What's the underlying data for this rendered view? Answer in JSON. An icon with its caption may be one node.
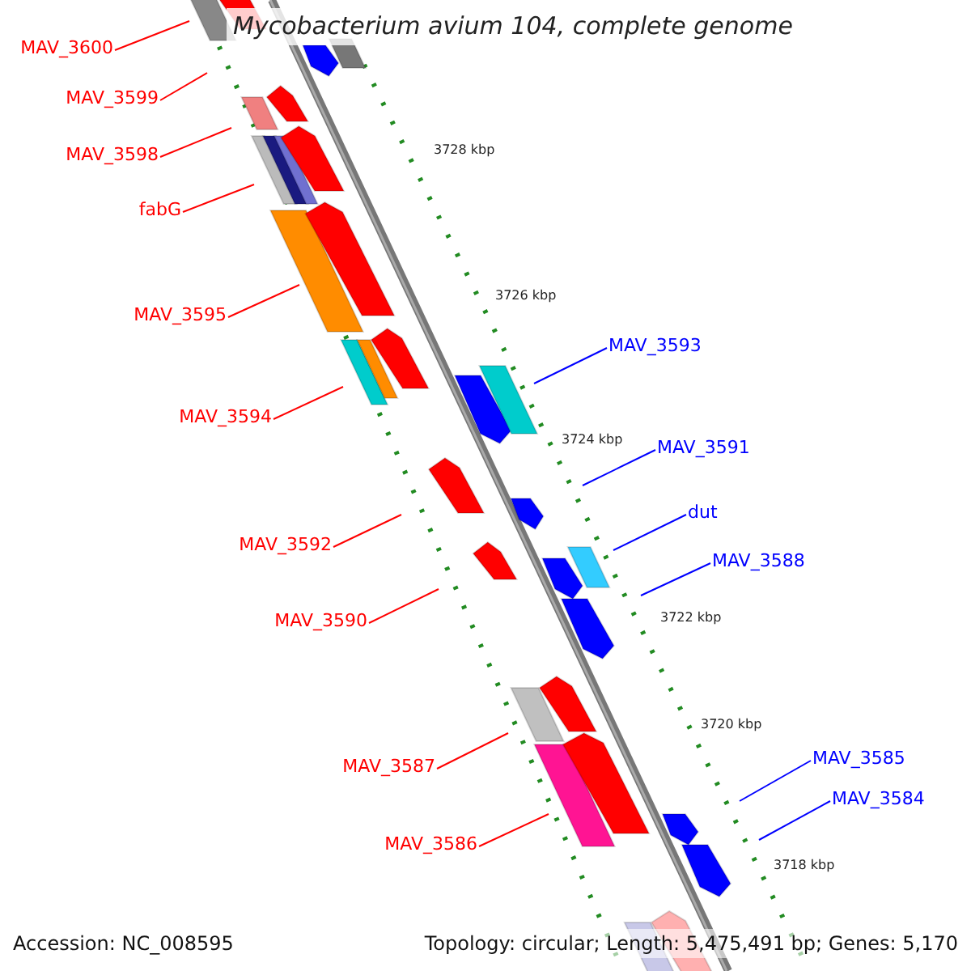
{
  "diagram": {
    "title": "Mycobacterium avium 104, complete genome",
    "nodes": [
      {
        "text": [
          "MAV_3600"
        ]
      },
      {
        "text": [
          "MAV_3599"
        ]
      },
      {
        "text": [
          "MAV_3598"
        ]
      },
      {
        "text": [
          "fabG"
        ]
      },
      {
        "text": [
          "MAV_3595"
        ]
      },
      {
        "text": [
          "MAV_3594"
        ]
      },
      {
        "text": [
          "MAV_3592"
        ]
      },
      {
        "text": [
          "MAV_3590"
        ]
      },
      {
        "text": [
          "MAV_3587"
        ]
      },
      {
        "text": [
          "MAV_3586"
        ]
      },
      {
        "text": [
          "MAV_3593"
        ]
      },
      {
        "text": [
          "MAV_3591"
        ]
      },
      {
        "text": [
          "dut"
        ]
      },
      {
        "text": [
          "MAV_3588"
        ]
      },
      {
        "text": [
          "MAV_3585"
        ]
      },
      {
        "text": [
          "MAV_3584"
        ]
      }
    ],
    "edges": [
      {
        "from": 0,
        "to": null,
        "arrow": "none"
      },
      {
        "from": 1,
        "to": null,
        "arrow": "none"
      },
      {
        "from": 2,
        "to": null,
        "arrow": "none"
      },
      {
        "from": 3,
        "to": null,
        "arrow": "none"
      },
      {
        "from": 4,
        "to": null,
        "arrow": "none"
      },
      {
        "from": 5,
        "to": null,
        "arrow": "none"
      },
      {
        "from": 6,
        "to": null,
        "arrow": "none"
      },
      {
        "from": 7,
        "to": null,
        "arrow": "none"
      },
      {
        "from": 8,
        "to": null,
        "arrow": "none"
      },
      {
        "from": 9,
        "to": null,
        "arrow": "none"
      },
      {
        "from": 10,
        "to": null,
        "arrow": "none",
        "color": "#0000ff"
      },
      {
        "from": 11,
        "to": null,
        "arrow": "none",
        "color": "#0000ff"
      },
      {
        "from": 12,
        "to": null,
        "arrow": "none",
        "color": "#0000ff"
      },
      {
        "from": 13,
        "to": null,
        "arrow": "none",
        "color": "#0000ff"
      },
      {
        "from": 14,
        "to": null,
        "arrow": "none",
        "color": "#0000ff"
      },
      {
        "from": 15,
        "to": null,
        "arrow": "none",
        "color": "#0000ff"
      }
    ],
    "labels": [
      "3728 kbp",
      "3726 kbp",
      "3724 kbp",
      "3722 kbp",
      "3720 kbp",
      "3718 kbp",
      "Accession: NC_008595",
      "Topology: circular; Length: 5,475,491 bp; Genes: 5,170"
    ]
  }
}
